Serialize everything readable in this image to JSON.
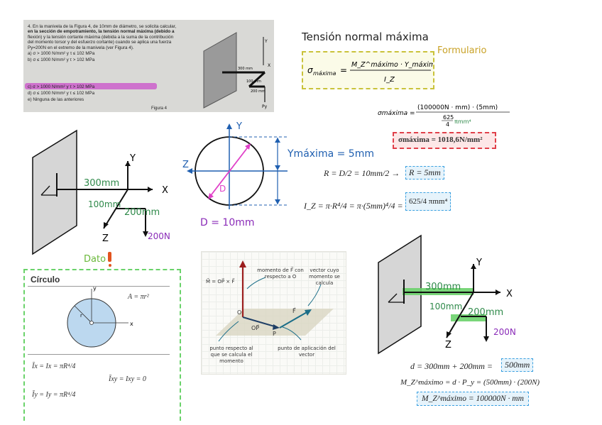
{
  "problem": {
    "text_lines": [
      "4. En la manivela de la Figura 4, de 10mm de diámetro, se solicita calcular,",
      "en la sección de empotramiento, la tensión normal máxima (debido a",
      "flexión) y la tensión cortante máxima (debida a la suma de la contribución",
      "del momento torsor y del esfuerzo cortante) cuando se aplica una fuerza",
      "Py=200N en el extremo de la manivela (ver Figura 4)."
    ],
    "options": [
      "a)    σ > 1000 N/mm²   y   τ ≤ 102 MPa",
      "b)    σ ≤ 1000 N/mm²   y   τ > 102 MPa",
      "c)    σ > 1000 N/mm²   y   τ > 102 MPa",
      "d)    σ ≤ 1000 N/mm²   y   τ ≤ 102 MPa",
      "e)    Ninguna de las anteriores"
    ],
    "figure_label": "Figura 4",
    "fig_300": "300 mm",
    "fig_100": "100 mm",
    "fig_200": "200 mm",
    "fig_py": "Py",
    "fig_x": "X",
    "fig_y": "Y"
  },
  "section_title": "Tensión normal máxima",
  "formulario_label": "Formulario",
  "formula_main": {
    "lhs": "σ",
    "lhs_sub": "máxima",
    "num": "M_Z^máximo · Y_máxima",
    "den": "I_Z"
  },
  "calc_sigma": {
    "lhs": "σmáxima =",
    "num": "(100000N · mm) · (5mm)",
    "den_num": "625",
    "den_den": "4",
    "den_tail": "πmm⁴"
  },
  "result_sigma": "σmáxima = 1018,6N/mm²",
  "sketch1": {
    "l300": "300mm",
    "l100": "100mm",
    "l200": "200mm",
    "force": "200N",
    "x": "X",
    "y": "Y",
    "z": "Z"
  },
  "circle_sketch": {
    "y": "Y",
    "z": "Z",
    "d": "D",
    "ymax_label": "Ymáxima = 5mm",
    "d_value": "D = 10mm"
  },
  "radius_eq": {
    "text": "R = D/2 = 10mm/2 →",
    "result": "R = 5mm"
  },
  "inertia_eq": {
    "text": "I_Z = π·R⁴/4 = π·(5mm)⁴/4 =",
    "result": "625/4 πmm⁴"
  },
  "dato_label": "Dato",
  "circle_table": {
    "heading": "Círculo",
    "area": "A = πr²",
    "ix": "Īx = Ix = πR⁴/4",
    "ixy": "Īxy = Ixy = 0",
    "iy": "Īy = Iy = πR⁴/4",
    "y": "y",
    "x": "x",
    "r": "r"
  },
  "moment_card": {
    "formula": "M⃗ = OP⃗ × F⃗",
    "momento": "momento de F⃗ con respecto a O",
    "vector_cuyo": "vector cuyo momento se calcula",
    "o": "O",
    "op": "OP⃗",
    "p": "P",
    "f": "F⃗",
    "punto_resp": "punto respecto al que se calcula el momento",
    "punto_apl": "punto de aplicación del vector"
  },
  "sketch2": {
    "l300": "300mm",
    "l100": "100mm",
    "l200": "200mm",
    "force": "200N",
    "x": "X",
    "y": "Y",
    "z": "Z"
  },
  "d_eq": {
    "text": "d = 300mm + 200mm =",
    "result": "500mm"
  },
  "mz_eq": "M_Z^máximo = d · P_y = (500mm) · (200N)",
  "mz_result": "M_Z^máximo = 100000N · mm",
  "colors": {
    "green_hand": "#2f8a4a",
    "purple_hand": "#8a2bb8",
    "blue_arrow": "#1f5fb0",
    "pink": "#e040c8",
    "olive_box": "#c9c23a",
    "red_box": "#e0404a",
    "blue_box": "#3aa0e0",
    "highlight_green": "#6ad26a"
  }
}
